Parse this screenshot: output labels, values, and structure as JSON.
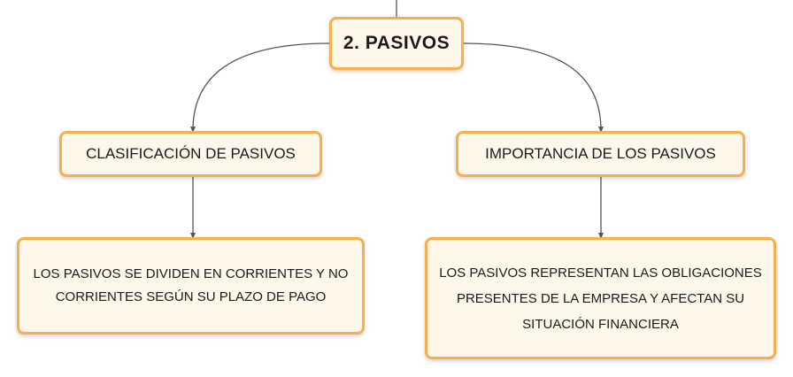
{
  "diagram": {
    "root": {
      "label": "2. PASIVOS"
    },
    "branches": [
      {
        "label": "CLASIFICACIÓN DE PASIVOS",
        "detail": "LOS PASIVOS SE DIVIDEN EN CORRIENTES Y NO CORRIENTES SEGÚN SU PLAZO DE PAGO"
      },
      {
        "label": "IMPORTANCIA DE LOS PASIVOS",
        "detail": "LOS PASIVOS REPRESENTAN LAS OBLIGACIONES PRESENTES DE LA EMPRESA Y AFECTAN SU SITUACIÓN FINANCIERA"
      }
    ],
    "colors": {
      "node_border": "#f4b04f",
      "node_fill": "#fff7ea",
      "connector": "#555555"
    }
  }
}
